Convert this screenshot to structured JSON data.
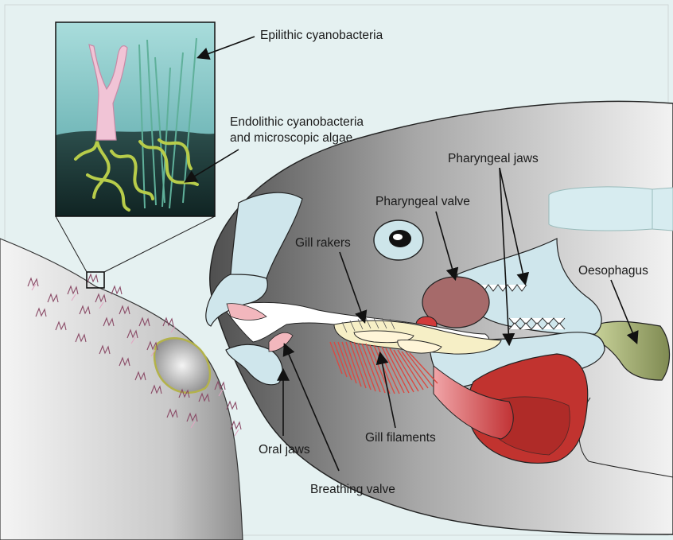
{
  "labels": {
    "epilithic": "Epilithic cyanobacteria",
    "endolithic_line1": "Endolithic cyanobacteria",
    "endolithic_line2": "and microscopic algae",
    "pharyngeal_jaws": "Pharyngeal jaws",
    "pharyngeal_valve": "Pharyngeal valve",
    "gill_rakers": "Gill rakers",
    "oesophagus": "Oesophagus",
    "gill_filaments": "Gill filaments",
    "oral_jaws": "Oral jaws",
    "breathing_valve": "Breathing valve"
  },
  "colors": {
    "background": "#e4f1f1",
    "fish_dark": "#5a5a5a",
    "fish_light": "#e8e8e8",
    "jaw_blue": "#cfe6ec",
    "valve_brown": "#a86a6a",
    "gill_red": "#d9453e",
    "muscle_red": "#c0312f",
    "oesophagus_olive": "#9aa66a",
    "inset_water": "#7fc3c4",
    "inset_rock": "#1f3b3a"
  }
}
